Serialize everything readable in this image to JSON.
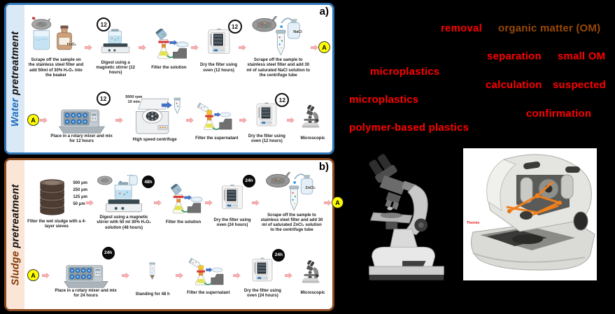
{
  "colors": {
    "background": "#000000",
    "water_border": "#2E75B6",
    "water_title": "#1F6FC0",
    "water_strip": "#DBE9F6",
    "sludge_border": "#8C4A1E",
    "sludge_title": "#843C0C",
    "sludge_strip": "#FBE5D6",
    "annotation_red": "#FF0000",
    "annotation_brown": "#984806",
    "flow_arrow_pink": "#F6AFAF",
    "marker_yellow": "#FFFF00",
    "brand_red": "#E2231A"
  },
  "water": {
    "title_accent": "Water",
    "title_rest": " pretreatment",
    "corner": "a)",
    "a_label": "A",
    "row1": [
      {
        "caption": "Scrape off the sample on the stainless steel filter and add 50ml of 30% H₂O₂ into the beaker",
        "bottle": "H₂O₂"
      },
      {
        "caption": "Digest using a magnetic stirrer (12 hours)",
        "badge": "12"
      },
      {
        "caption": "Filter the solution"
      },
      {
        "caption": "Dry the filter using oven (12 hours)",
        "badge": "12"
      },
      {
        "caption": "Scrape off the sample to stainless steel filter and add 30 ml of saturated NaCl solution to the centrifuge tube",
        "bottle": "NaCl"
      }
    ],
    "row2": [
      {
        "caption": "Place in a rotary mixer and mix for 12 hours",
        "badge": "12"
      },
      {
        "caption": "High speed centrifuge",
        "note1": "5000 rpm",
        "note2": "10 min"
      },
      {
        "caption": "Filter the supernatant"
      },
      {
        "caption": "Dry the filter using oven (12 hours)",
        "badge": "12"
      },
      {
        "caption": "Microscopic"
      }
    ]
  },
  "sludge": {
    "title_accent": "Sludge",
    "title_rest": " pretreatment",
    "corner": "b)",
    "a_label": "A",
    "row1": [
      {
        "caption": "Filter the wet sludge with a 4-layer sieves",
        "labels": [
          "500 μm",
          "250 μm",
          "125 μm",
          "50 μm"
        ]
      },
      {
        "caption": "Digest using a magnetic stirrer with 50 ml 30% H₂O₂ solution (48 hours)",
        "badge": "48h"
      },
      {
        "caption": "Filter the solution"
      },
      {
        "caption": "Dry the filter using oven (24 hours)",
        "badge": "24h"
      },
      {
        "caption": "Scrape off the sample to stainless steel filter and add 30 ml of saturated ZnCl₂ solution to the centrifuge tube",
        "bottle": "ZnCl₂"
      }
    ],
    "row2": [
      {
        "caption": "Place in a rotary mixer and mix for 24 hours",
        "badge": "24h"
      },
      {
        "caption": "Standing for 48 h"
      },
      {
        "caption": "Filter the supernatant"
      },
      {
        "caption": "Dry the filter using oven (24 hours)",
        "badge": "24h"
      },
      {
        "caption": "Microscopic"
      }
    ]
  },
  "ann": {
    "removal": "removal",
    "organic_matter": "organic matter (OM)",
    "separation": "separation",
    "small_om": "small OM",
    "microplastics_a": "microplastics",
    "calculation": "calculation",
    "suspected": "suspected",
    "microplastics_b": "microplastics",
    "confirmation": "confirmation",
    "polymer": "polymer-based plastics"
  },
  "instrument": {
    "brand": "Thermo"
  }
}
